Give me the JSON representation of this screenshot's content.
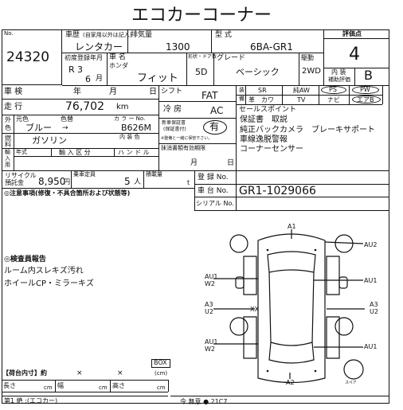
{
  "title": "エコカーコーナー",
  "lot": {
    "label": "No.",
    "number": "24320"
  },
  "history": {
    "label": "車歴",
    "note": "(自家用以外は記入)",
    "value": "レンタカー"
  },
  "displacement": {
    "label": "排気量",
    "value": "1300"
  },
  "model": {
    "label": "型 式",
    "value": "6BA-GR1"
  },
  "score": {
    "label": "評価点",
    "value": "4"
  },
  "first_reg": {
    "label": "初度登録年月",
    "era": "R",
    "year": "3",
    "month": "6",
    "month_unit": "月"
  },
  "car_name": {
    "label": "車 名",
    "maker": "ホンダ",
    "name": "フィット"
  },
  "doors": {
    "label": "形状・ドア数",
    "value": "5D"
  },
  "grade": {
    "label": "グレード",
    "value": "ベーシック"
  },
  "drive": {
    "label": "駆動",
    "value": "2WD"
  },
  "interior": {
    "label1": "内 装",
    "label2": "補助評価",
    "value": "B"
  },
  "inspection": {
    "label": "車 検",
    "year": "年",
    "month": "月",
    "day": "日"
  },
  "mileage": {
    "label": "走 行",
    "value": "76,702",
    "unit": "km"
  },
  "color": {
    "label1": "外",
    "label2": "色",
    "orig_label": "元色",
    "orig": "ブルー",
    "change_label": "色替",
    "arrow": "→",
    "code_label": "カ ラ ー No.",
    "code": "B626M",
    "int_label": "内 装 色"
  },
  "fuel": {
    "label1": "燃",
    "label2": "料",
    "value": "ガソリン"
  },
  "import": {
    "label1": "輸",
    "label2": "入",
    "label3": "用",
    "year": "年式",
    "kubun": "輸 入 区 分",
    "handle": "ハ ン ド ル"
  },
  "recycle": {
    "label1": "リサイクル",
    "label2": "預託金",
    "value": "8,950",
    "unit": "円"
  },
  "capacity": {
    "label": "乗車定員",
    "value": "5",
    "unit": "人"
  },
  "load": {
    "label": "積載量",
    "unit": "t"
  },
  "shift": {
    "label": "シフト",
    "value": "FAT"
  },
  "aircon": {
    "label": "冷 房",
    "value": "AC"
  },
  "warranty": {
    "label1": "新車保証書",
    "label2": "(保証書付)",
    "value": "有",
    "note": "※整備と一緒に保管下さい。"
  },
  "cancel": {
    "label": "抹消書類有効期限",
    "month": "月",
    "day": "日"
  },
  "equip": {
    "side": [
      "装",
      "備"
    ],
    "cells": [
      "SR",
      "純AW",
      "PS",
      "PW",
      "革",
      "カワ",
      "TV",
      "ナビ",
      "エアB"
    ]
  },
  "selling_points": {
    "label": "セールスポイント",
    "items": [
      "保証書　取説",
      "純正バックカメラ　ブレーキサポート",
      "車線逸脱警報",
      "コーナーセンサー"
    ]
  },
  "reg": {
    "label": "登 録 No.",
    "value": ""
  },
  "chassis": {
    "label": "車 台 No.",
    "value": "GR1-1029066"
  },
  "serial": {
    "label": "シリアル No.",
    "value": ""
  },
  "notes_label": "◎注意事項(修復・不具合箇所および状態等)",
  "inspector": {
    "label": "◎検査員報告",
    "lines": [
      "ルーム内スレキズ汚れ",
      "ホイールCP・ミラーキズ"
    ]
  },
  "diagram": {
    "labels": {
      "A1": "A1",
      "AU2": "AU2",
      "AU1_front": "AU1",
      "AU1_rf": "AU1",
      "W2_rf": "W2",
      "A3_left": "A3",
      "U2_left": "U2",
      "XX": "XX",
      "A3_right": "A3",
      "U2_right": "U2",
      "AU1_rr": "AU1",
      "W2_rr": "W2",
      "AU1_rear": "AU1",
      "A2": "A2",
      "spare": "スペア"
    }
  },
  "cargo": {
    "label": "【荷台内寸】約",
    "x1": "×",
    "x2": "×",
    "unit": "(cm)",
    "box": "BOX",
    "len": "長さ",
    "width": "幅",
    "height": "高さ",
    "cm": "cm"
  },
  "bottom": {
    "text1": "第1 絶 :(エコカー)",
    "text2": "令 無意 ● 21C7"
  }
}
